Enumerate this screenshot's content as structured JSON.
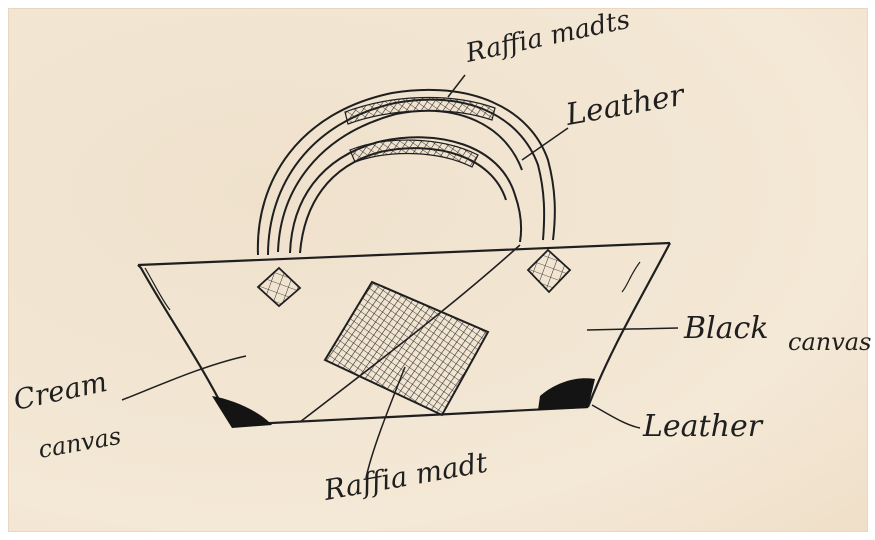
{
  "labels": {
    "raffia_top": "Raffia madts",
    "leather_handle": "Leather",
    "black_canvas_1": "Black",
    "black_canvas_2": "canvas",
    "cream_1": "Cream",
    "cream_2": "canvas",
    "leather_corner": "Leather",
    "raffia_bottom": "Raffia madt"
  },
  "colors": {
    "paper": "#f2e6d3",
    "ink": "#1f1f1f"
  }
}
